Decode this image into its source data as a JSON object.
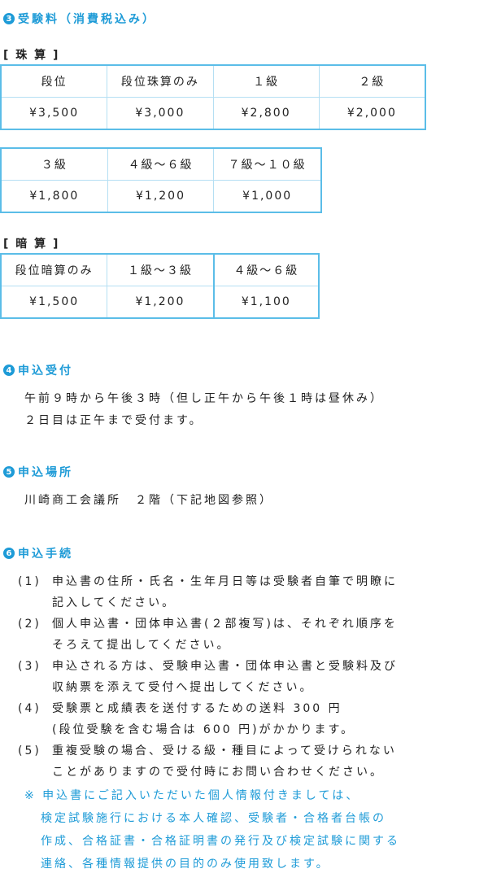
{
  "fees": {
    "num": "3",
    "title": "受験料（消費税込み）",
    "abacus": {
      "heading": "[ 珠 算 ]",
      "row1_headers": [
        "段位",
        "段位珠算のみ",
        "１級",
        "２級"
      ],
      "row1_prices": [
        "¥3,500",
        "¥3,000",
        "¥2,800",
        "¥2,000"
      ],
      "row2_headers": [
        "３級",
        "４級～６級",
        "７級～１０級"
      ],
      "row2_prices": [
        "¥1,800",
        "¥1,200",
        "¥1,000"
      ]
    },
    "mental": {
      "heading": "[ 暗 算 ]",
      "headers": [
        "段位暗算のみ",
        "１級～３級",
        "４級～６級"
      ],
      "prices": [
        "¥1,500",
        "¥1,200",
        "¥1,100"
      ]
    }
  },
  "reception": {
    "num": "4",
    "title": "申込受付",
    "lines": [
      "午前９時から午後３時（但し正午から午後１時は昼休み）",
      "２日目は正午まで受付ます。"
    ]
  },
  "place": {
    "num": "5",
    "title": "申込場所",
    "line": "川崎商工会議所　２階（下記地図参照）"
  },
  "procedure": {
    "num": "6",
    "title": "申込手続",
    "items": [
      {
        "label": "(1)",
        "line1": "申込書の住所・氏名・生年月日等は受験者自筆で明瞭に",
        "line2": "記入してください。"
      },
      {
        "label": "(2)",
        "line1": "個人申込書・団体申込書(２部複写)は、それぞれ順序を",
        "line2": "そろえて提出してください。"
      },
      {
        "label": "(3)",
        "line1": "申込される方は、受験申込書・団体申込書と受験料及び",
        "line2": "収納票を添えて受付へ提出してください。"
      },
      {
        "label": "(4)",
        "line1": "受験票と成績表を送付するための送料 300 円",
        "line2": "(段位受験を含む場合は 600 円)がかかります。"
      },
      {
        "label": "(5)",
        "line1": "重複受験の場合、受ける級・種目によって受けられない",
        "line2": "ことがありますので受付時にお問い合わせください。"
      }
    ],
    "note_lines": [
      "※ 申込書にご記入いただいた個人情報付きましては、",
      "検定試験施行における本人確認、受験者・合格者台帳の",
      "作成、合格証書・合格証明書の発行及び検定試験に関する",
      "連絡、各種情報提供の目的のみ使用致します。"
    ]
  }
}
